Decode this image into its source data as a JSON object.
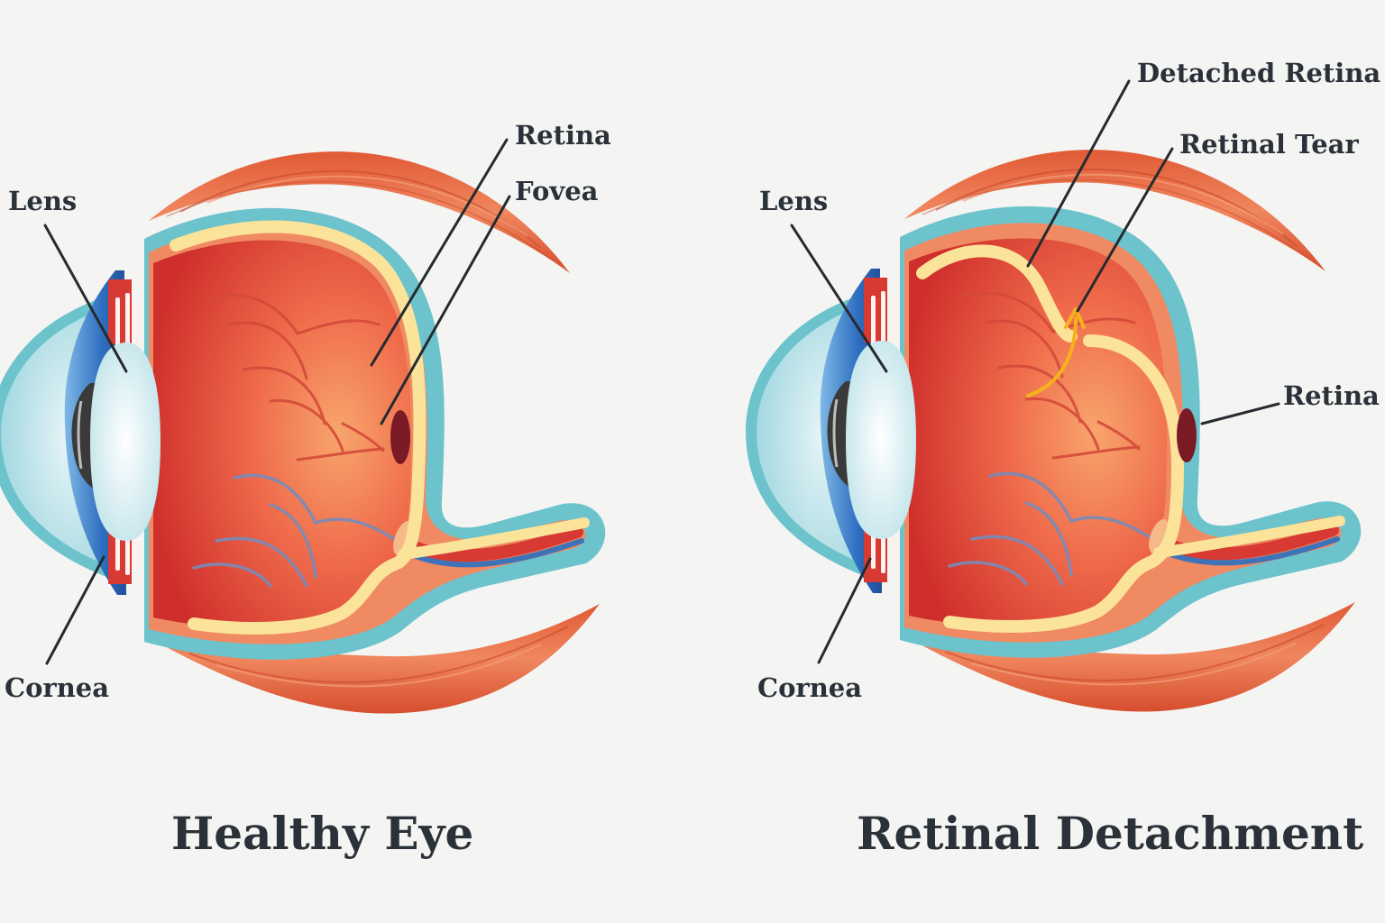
{
  "healthy_eye": {
    "title": "Healthy Eye",
    "labels": {
      "lens": "Lens",
      "cornea": "Cornea",
      "retina": "Retina",
      "fovea": "Fovea"
    }
  },
  "detached_eye": {
    "title": "Retinal Detachment",
    "labels": {
      "lens": "Lens",
      "cornea": "Cornea",
      "detached_retina": "Detached Retina",
      "retinal_tear": "Retinal Tear",
      "retina": "Retina"
    }
  },
  "colors": {
    "background": "#f4f4f3",
    "sclera_outline": "#6cc3cc",
    "choroid": "#f08a62",
    "retina_layer": "#fbe39a",
    "vitreous": "#e4483a",
    "muscle": "#e2673f",
    "cornea": "#2f6fc0",
    "lens": "#dff1f5",
    "tear_arrow": "#f6b21c",
    "label_text": "#2b3138"
  }
}
